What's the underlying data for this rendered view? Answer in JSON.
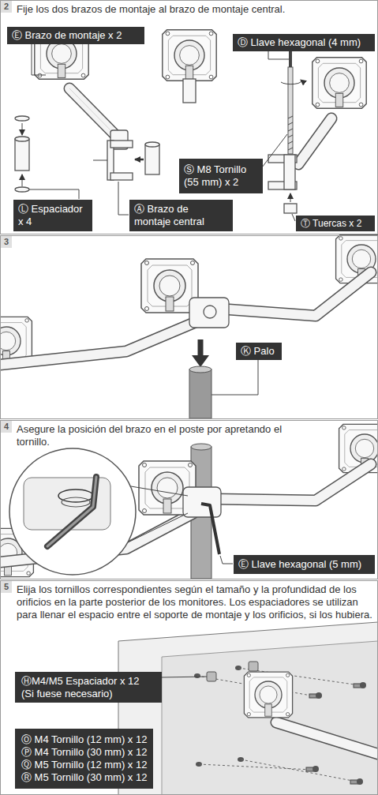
{
  "diagram": {
    "nodes": [
      {
        "text": [
          "2",
          "Fije los dos brazos de montaje al brazo de montaje central."
        ]
      },
      {
        "text": [
          "Ⓔ Brazo de montaje x 2"
        ],
        "in": 0
      },
      {
        "text": [
          "Ⓓ Llave hexagonal (4 mm)"
        ],
        "in": 0
      },
      {
        "text": [
          "Ⓢ M8 Tornillo (55 mm) x 2"
        ],
        "in": 0
      },
      {
        "text": [
          "Ⓛ Espaciador x 4"
        ],
        "in": 0
      },
      {
        "text": [
          "Ⓐ Brazo de montaje central"
        ],
        "in": 0
      },
      {
        "text": [
          "Ⓣ Tuercas x 2"
        ],
        "in": 0
      },
      {
        "text": [
          "3"
        ]
      },
      {
        "text": [
          "Ⓚ Palo"
        ],
        "in": 7
      },
      {
        "text": [
          "4",
          "Asegure la posición del brazo en el poste por apretando el tornillo."
        ]
      },
      {
        "text": [
          "Ⓔ Llave hexagonal (5 mm)"
        ],
        "in": 9
      },
      {
        "text": [
          "5",
          "Elija los tornillos correspondientes según el tamaño y la profundidad de los orificios en la parte posterior de los monitores. Los espaciadores se utilizan para llenar el espacio entre el soporte de montaje y los orificios, si los hubiera."
        ]
      },
      {
        "text": [
          "ⒽM4/M5 Espaciador x 12 (Si fuese necesario)"
        ],
        "in": 11
      },
      {
        "text": [
          "Ⓞ M4 Tornillo (12 mm) x 12",
          "Ⓟ M4 Tornillo (30 mm) x 12",
          "Ⓠ M5 Tornillo (12 mm) x 12",
          "Ⓡ M5 Tornillo (30 mm) x 12"
        ],
        "in": 11
      }
    ]
  }
}
